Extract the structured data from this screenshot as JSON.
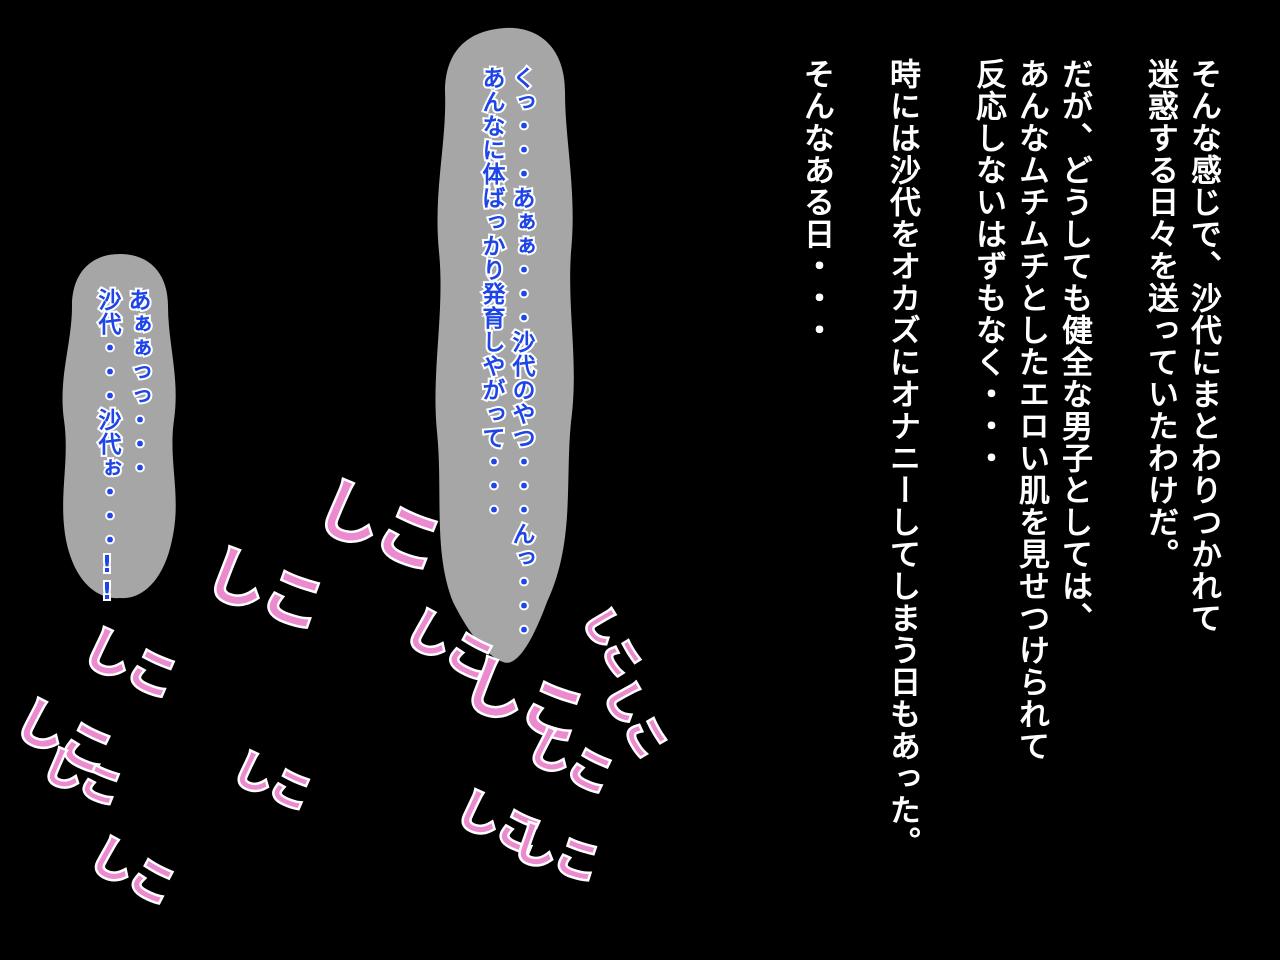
{
  "narration": {
    "lines": [
      "そんな感じで、沙代にまとわりつかれて",
      "迷惑する日々を送っていたわけだ。",
      "",
      "だが、どうしても健全な男子としては、",
      "あんなムチムチとしたエロい肌を見せつけられて",
      "反応しないはずもなく・・・",
      "",
      "時には沙代をオカズにオナニーしてしまう日もあった。",
      "",
      "そんなある日・・・"
    ]
  },
  "bubble_large": {
    "lines": [
      "くっ・・・あぁぁ・・・沙代のやつ・・・んっ・・・",
      "あんなに体ばっかり発育しやがって・・・"
    ]
  },
  "bubble_small": {
    "lines": [
      "あぁぁっっ・・・",
      "沙代・・・沙代ぉ・・・!!"
    ]
  },
  "sfx": [
    {
      "text": "しこ",
      "size": 64
    },
    {
      "text": "しこ",
      "size": 60
    },
    {
      "text": "しこ",
      "size": 48
    },
    {
      "text": "しこ",
      "size": 50
    },
    {
      "text": "しこ",
      "size": 40
    },
    {
      "text": "しこ",
      "size": 44
    },
    {
      "text": "しこ",
      "size": 40
    },
    {
      "text": "しこ",
      "size": 46
    },
    {
      "text": "しこ",
      "size": 36
    },
    {
      "text": "しこ",
      "size": 62
    },
    {
      "text": "しこ",
      "size": 44
    },
    {
      "text": "しこ",
      "size": 44
    },
    {
      "text": "しこ",
      "size": 44
    },
    {
      "text": "しこ",
      "size": 40
    }
  ],
  "colors": {
    "background": "#000000",
    "narration_text": "#ffffff",
    "bubble_fill": "#a6a6a6",
    "bubble_text": "#1d45e8",
    "sfx_text": "#ec8ad0"
  }
}
